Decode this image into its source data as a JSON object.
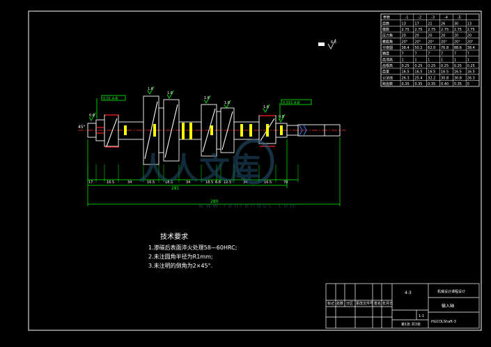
{
  "drawing": {
    "roughness_mark": "6.3",
    "chamfer_label": "45°",
    "overall_length": "280",
    "inner_length": "281",
    "segment_dims": [
      "17",
      "16.5",
      "34",
      "16.5",
      "18.5",
      "34",
      "18.5",
      "6.6",
      "18.5",
      "34",
      "16.5",
      "70"
    ],
    "tolerance_boxes": [
      "0.01 A-B",
      "0.015 A-B"
    ],
    "surface_marks": [
      "1.6",
      "1.6",
      "1.6",
      "1.6",
      "1.6",
      "0.8",
      "0.8"
    ]
  },
  "param_table": {
    "header": [
      "参数",
      "-1",
      "-2",
      "-3",
      "-4",
      "-5"
    ],
    "rows": [
      [
        "齿数",
        "13",
        "17",
        "21",
        "26",
        "30",
        "13"
      ],
      [
        "模数",
        "2.75",
        "2.75",
        "2.75",
        "2.75",
        "2.75",
        "2.75"
      ],
      [
        "压力角",
        "20",
        "20",
        "20",
        "20",
        "20",
        "20"
      ],
      [
        "螺旋角",
        "20°",
        "20°",
        "20°",
        "20°",
        "20°",
        "20°"
      ],
      [
        "分度圆",
        "38.4",
        "50.2",
        "62.0",
        "76.8",
        "88.6",
        "38.4"
      ],
      [
        "精度",
        "7",
        "7",
        "7",
        "7",
        "7",
        "7"
      ],
      [
        "齿顶高",
        "1",
        "1",
        "1",
        "1",
        "1",
        "1"
      ],
      [
        "齿根高",
        "0.25",
        "0.25",
        "0.25",
        "0.25",
        "0.25",
        "0.25"
      ],
      [
        "齿宽",
        "16.5",
        "16.5",
        "16.5",
        "16.5",
        "16.5",
        "16.5"
      ],
      [
        "公法线",
        "26.3",
        "25.4",
        "32.2",
        "30.8",
        "30.8",
        "26.3"
      ],
      [
        "跨齿数",
        "0.35",
        "0.35",
        "0.35",
        "0.40",
        "0.35",
        "0"
      ]
    ]
  },
  "notes": {
    "title": "技术要求",
    "items": [
      "1.渗碳后表面淬火处理58—60HRC;",
      "2.未注圆角半径为R1mm;",
      "3.未注明的倒角为2×45°."
    ]
  },
  "title_block": {
    "part_number": "4-3",
    "school": "机械设计课程设计",
    "part_name": "输入轴",
    "drawing_code": "HGCOLShaft-3",
    "scale": "1:1",
    "sheet": "第1张 共3张",
    "cols": [
      "标记",
      "处数",
      "分区",
      "更改文件号",
      "签名",
      "年月日"
    ]
  },
  "watermark": {
    "text": "人人文库",
    "url": "www.renrendoc.com"
  }
}
